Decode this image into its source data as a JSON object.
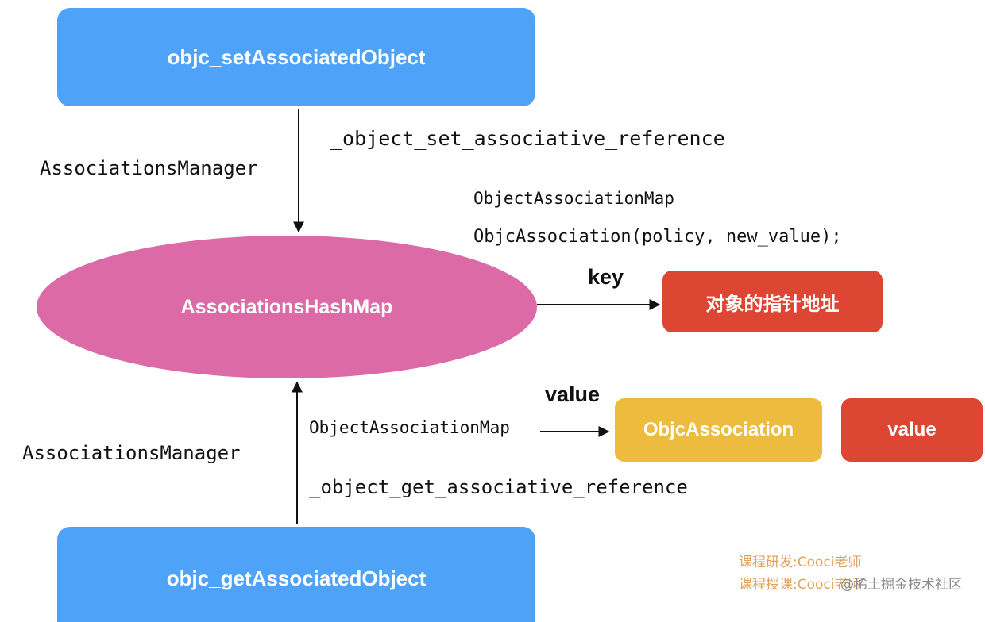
{
  "boxes": {
    "set_object": "objc_setAssociatedObject",
    "get_object": "objc_getAssociatedObject",
    "hash_map": "AssociationsHashMap",
    "key_target": "对象的指针地址",
    "objc_association": "ObjcAssociation",
    "value_box": "value"
  },
  "labels": {
    "manager_top": "AssociationsManager",
    "manager_bottom": "AssociationsManager",
    "set_reference": "_object_set_associative_reference",
    "get_reference": "_object_get_associative_reference",
    "object_association_map_top": "ObjectAssociationMap",
    "objc_association_init": "ObjcAssociation(policy, new_value);",
    "object_association_map_bottom": "ObjectAssociationMap",
    "key": "key",
    "value": "value"
  },
  "credits": {
    "line1": "课程研发:Cooci老师",
    "line2": "课程授课:Cooci老师",
    "site": "@稀土掘金技术社区"
  },
  "colors": {
    "blue": "#4ea2f7",
    "pink": "#dc6aa6",
    "red": "#dd4633",
    "yellow": "#edbc3f",
    "credit": "#e0a15a"
  }
}
